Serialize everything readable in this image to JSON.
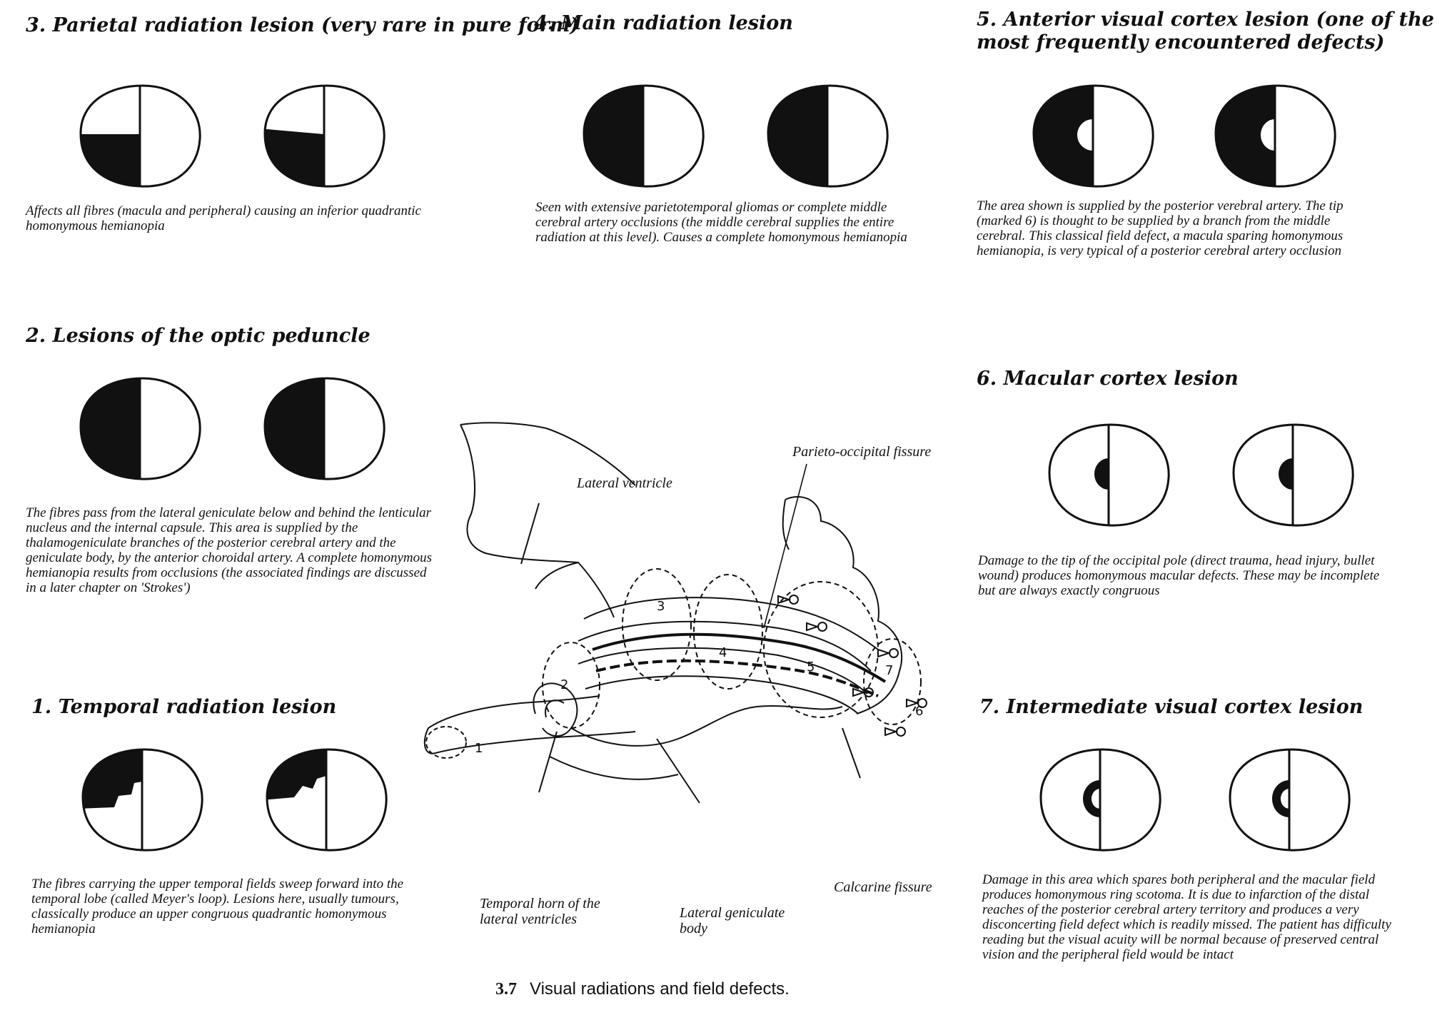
{
  "sections": {
    "parietal": {
      "title": "3. Parietal radiation lesion (very rare in pure form)",
      "description": "Affects all fibres (macula and peripheral) causing an inferior quadrantic homonymous hemianopia"
    },
    "main": {
      "title": "4. Main radiation lesion",
      "description": "Seen with extensive parietotemporal gliomas or complete middle cerebral artery occlusions (the middle cerebral supplies the entire radiation at this level). Causes a complete homonymous hemianopia"
    },
    "anterior_cortex": {
      "title": "5. Anterior visual cortex lesion (one of the most frequently encountered defects)",
      "description": "The area shown is supplied by the posterior verebral artery. The tip (marked 6) is thought to be supplied by a branch from the middle cerebral. This classical field defect, a macula sparing homonymous hemianopia, is very typical of a posterior cerebral artery occlusion"
    },
    "optic_peduncle": {
      "title": "2. Lesions of the optic peduncle",
      "description": "The fibres pass from the lateral geniculate below and behind the lenticular nucleus and the internal capsule. This area is supplied by the thalamogeniculate branches of the posterior cerebral artery and the geniculate body, by the anterior choroidal artery. A complete homonymous hemianopia results from occlusions (the associated findings are discussed in a later chapter on 'Strokes')"
    },
    "macular_cortex": {
      "title": "6. Macular cortex lesion",
      "description": "Damage to the tip of the occipital pole (direct trauma, head injury, bullet wound) produces homonymous macular defects. These may be incomplete but are always exactly congruous"
    },
    "temporal": {
      "title": "1. Temporal radiation lesion",
      "description": "The fibres carrying the upper temporal fields sweep forward into the temporal lobe (called Meyer's loop). Lesions here, usually tumours, classically produce an upper congruous quadrantic homonymous hemianopia"
    },
    "intermediate_cortex": {
      "title": "7. Intermediate visual cortex lesion",
      "description": "Damage in this area which spares both peripheral and the macular field produces homonymous ring scotoma. It is due to infarction of the distal reaches of the posterior cerebral artery territory and produces a very disconcerting field defect which is readily missed. The patient has difficulty reading but the visual acuity will be normal because of preserved central vision and the peripheral field would be intact"
    }
  },
  "diagram": {
    "labels": {
      "lateral_ventricle": "Lateral ventricle",
      "parieto_occipital": "Parieto-occipital fissure",
      "calcarine": "Calcarine fissure",
      "temporal_horn": "Temporal horn of the lateral ventricles",
      "lateral_geniculate": "Lateral geniculate body"
    },
    "region_numbers": [
      "1",
      "2",
      "3",
      "4",
      "5",
      "6",
      "7"
    ]
  },
  "caption": {
    "number": "3.7",
    "text": "Visual radiations and field defects."
  },
  "colors": {
    "ink": "#111111",
    "paper": "#ffffff"
  }
}
